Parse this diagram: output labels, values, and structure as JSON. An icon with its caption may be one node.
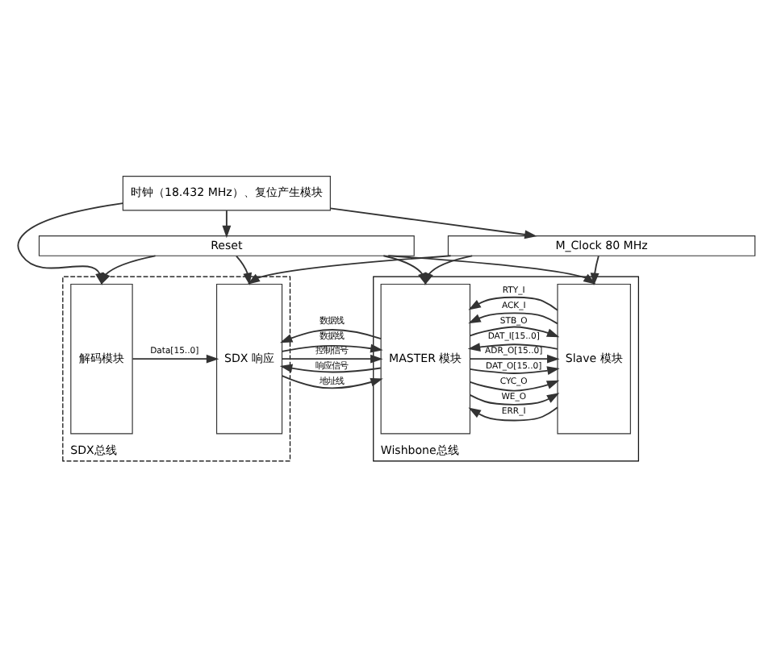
{
  "diagram": {
    "nodes": [
      {
        "text": [
          "时钟（18.432 MHz）、复位产生模块"
        ]
      },
      {
        "text": [
          "M_Clock 80 MHz"
        ]
      },
      {
        "text": [
          "Reset"
        ]
      },
      {
        "text": [
          "SDX总线"
        ]
      },
      {
        "text": [
          "解码模块"
        ],
        "in": 3
      },
      {
        "text": [
          "SDX 响应"
        ],
        "in": 3
      },
      {
        "text": [
          "Wishbone总线"
        ]
      },
      {
        "text": [
          "MASTER 模块"
        ],
        "in": 6
      },
      {
        "text": [
          "Slave 模块"
        ],
        "in": 6
      }
    ],
    "edges": [
      {
        "from": 0,
        "to": 1,
        "arrow": "to"
      },
      {
        "from": 0,
        "to": 2,
        "arrow": "to"
      },
      {
        "from": 0,
        "to": 4,
        "arrow": "to"
      },
      {
        "from": 2,
        "to": 4,
        "arrow": "to"
      },
      {
        "from": 1,
        "to": 5,
        "arrow": "to"
      },
      {
        "from": 2,
        "to": 5,
        "arrow": "to"
      },
      {
        "from": 1,
        "to": 7,
        "arrow": "to"
      },
      {
        "from": 2,
        "to": 7,
        "arrow": "to"
      },
      {
        "from": 2,
        "to": 8,
        "arrow": "to"
      },
      {
        "from": 1,
        "to": 8,
        "arrow": "to"
      },
      {
        "from": 4,
        "to": 5,
        "arrow": "to",
        "label": "Data[15..0]"
      },
      {
        "from": 5,
        "to": 7,
        "arrow": "to",
        "label": "数据线"
      },
      {
        "from": 5,
        "to": 7,
        "arrow": "to",
        "label": "地址线"
      },
      {
        "from": 5,
        "to": 7,
        "arrow": "to",
        "label": "控制信号"
      },
      {
        "from": 7,
        "to": 5,
        "arrow": "to",
        "label": "响应信号"
      },
      {
        "from": 7,
        "to": 5,
        "arrow": "to",
        "label": "数据线"
      },
      {
        "from": 7,
        "to": 8,
        "arrow": "to",
        "label": "ADR_O[15..0]"
      },
      {
        "from": 7,
        "to": 8,
        "arrow": "to",
        "label": "DAT_O[15..0]"
      },
      {
        "from": 7,
        "to": 8,
        "arrow": "to",
        "label": "CYC_O"
      },
      {
        "from": 7,
        "to": 8,
        "arrow": "to",
        "label": "STB_O"
      },
      {
        "from": 7,
        "to": 8,
        "arrow": "to",
        "label": "WE_O"
      },
      {
        "from": 8,
        "to": 7,
        "arrow": "to",
        "label": "DAT_I[15..0]"
      },
      {
        "from": 8,
        "to": 7,
        "arrow": "to",
        "label": "ACK_I"
      },
      {
        "from": 8,
        "to": 7,
        "arrow": "to",
        "label": "ERR_I"
      },
      {
        "from": 8,
        "to": 7,
        "arrow": "to",
        "label": "RTY_I"
      }
    ]
  }
}
